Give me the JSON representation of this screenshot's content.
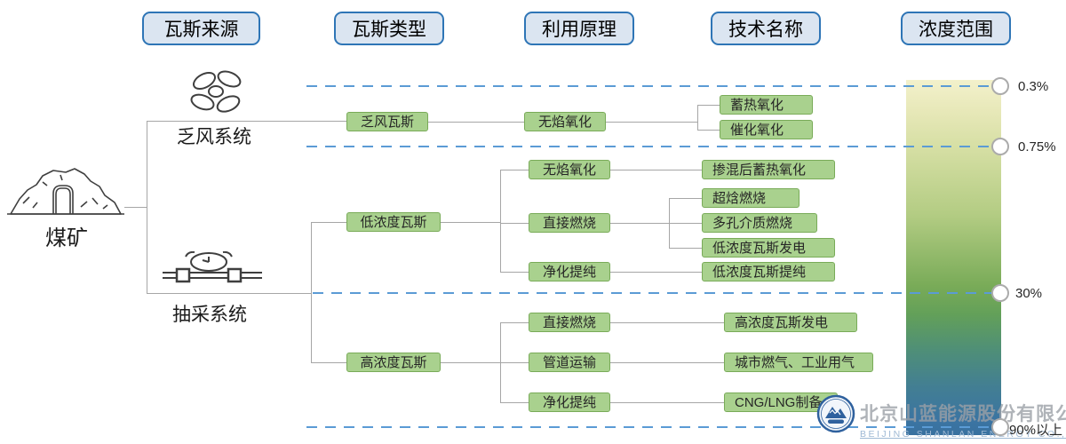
{
  "headers": {
    "c1": "瓦斯来源",
    "c2": "瓦斯类型",
    "c3": "利用原理",
    "c4": "技术名称",
    "c5": "浓度范围"
  },
  "source": {
    "mine": "煤矿",
    "ventilation": "乏风系统",
    "drainage": "抽采系统"
  },
  "types": {
    "ventilation_gas": "乏风瓦斯",
    "low": "低浓度瓦斯",
    "high": "高浓度瓦斯"
  },
  "principles": {
    "p1": "无焰氧化",
    "p2": "无焰氧化",
    "p3": "直接燃烧",
    "p4": "净化提纯",
    "p5": "直接燃烧",
    "p6": "管道运输",
    "p7": "净化提纯"
  },
  "technologies": {
    "t1": "蓄热氧化",
    "t2": "催化氧化",
    "t3": "掺混后蓄热氧化",
    "t4": "超焓燃烧",
    "t5": "多孔介质燃烧",
    "t6": "低浓度瓦斯发电",
    "t7": "低浓度瓦斯提纯",
    "t8": "高浓度瓦斯发电",
    "t9": "城市燃气、工业用气",
    "t10": "CNG/LNG制备"
  },
  "scale": {
    "l1": "0.3%",
    "l2": "0.75%",
    "l3": "30%",
    "l4": "90%以上"
  },
  "watermark": {
    "company": "北京山蓝能源股份有限公司",
    "company_en": "BEIJING SHANLAN ENERGY CO., LTD"
  },
  "palette": {
    "node_fill": "#a9d18e",
    "node_border": "#79ab58",
    "header_fill": "#dbe5f1",
    "header_border": "#2e75b6",
    "connector_gray": "#a6a6a6",
    "dash_blue": "#5b9bd5",
    "bar_top": "#f3f1cb",
    "bar_mid_green": "#6ba455",
    "bar_bottom": "#39719f"
  }
}
